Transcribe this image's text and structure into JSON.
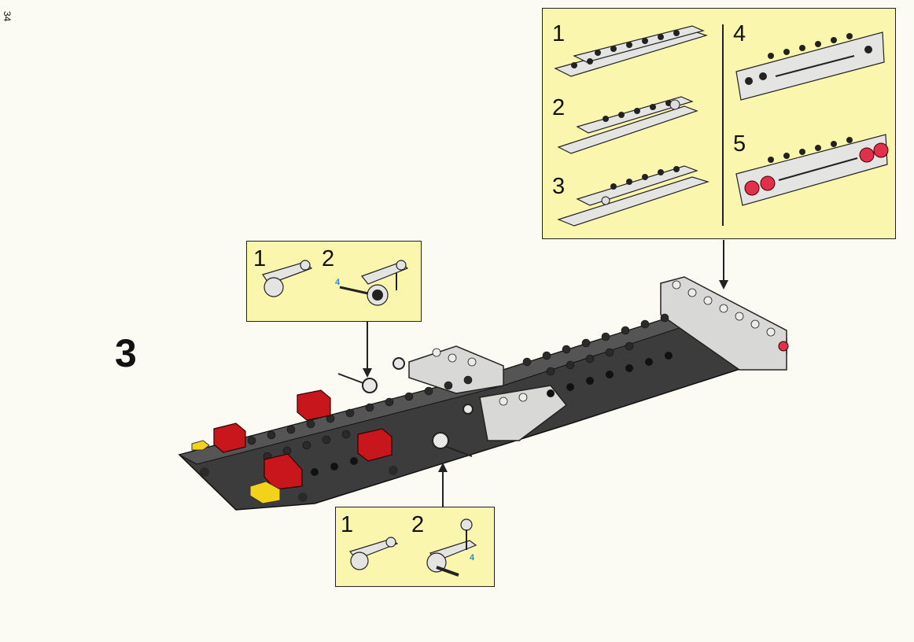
{
  "page_number": "34",
  "step_number": "3",
  "callout_top_right": {
    "substeps": [
      "1",
      "2",
      "3",
      "4",
      "5"
    ]
  },
  "callout_mid_left": {
    "substeps": [
      "1",
      "2"
    ],
    "quantity": "4"
  },
  "callout_bottom": {
    "substeps": [
      "1",
      "2"
    ],
    "quantity": "4"
  },
  "colors": {
    "callout_background": "#fbf6ad",
    "brick_dark_gray": "#3c3c3c",
    "brick_light_gray": "#d8d8d6",
    "brick_red": "#c8161d",
    "brick_yellow": "#f2d21b",
    "hub_red": "#e0304c",
    "quantity_blue": "#1f8fd0"
  }
}
